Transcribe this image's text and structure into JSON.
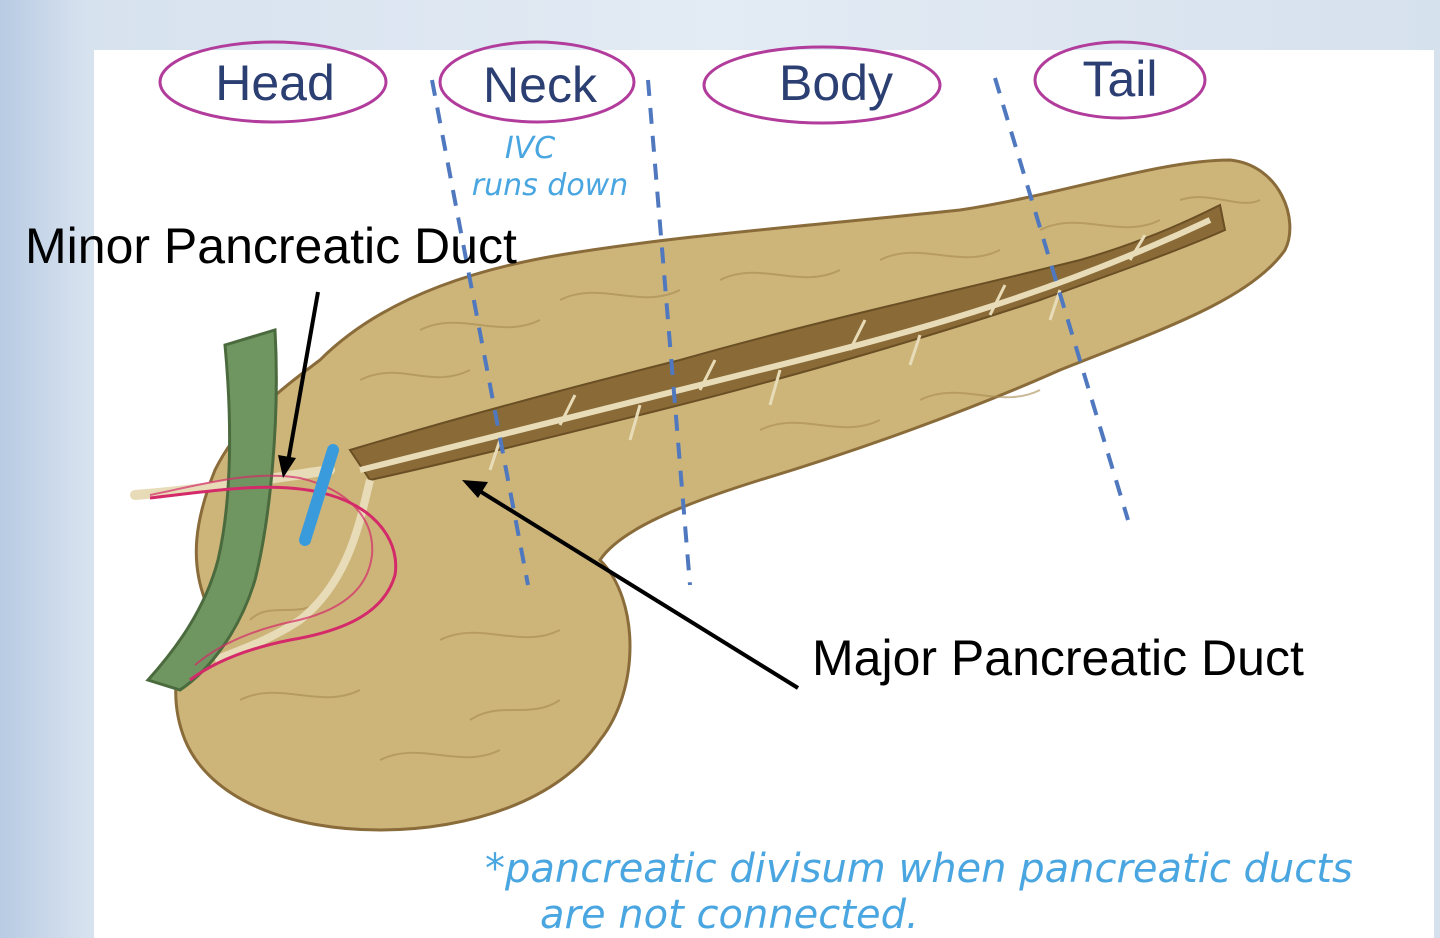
{
  "regions": {
    "head": "Head",
    "neck": "Neck",
    "body": "Body",
    "tail": "Tail"
  },
  "labels": {
    "minor_duct": "Minor Pancreatic Duct",
    "major_duct": "Major Pancreatic Duct"
  },
  "handwritten": {
    "ivc_line1": "IVC",
    "ivc_line2": "runs down",
    "note_line1": "*pancreatic divisum when pancreatic ducts",
    "note_line2": "are not connected."
  },
  "colors": {
    "pancreas": "#cdb57a",
    "duodenum_outline": "#d42a6a",
    "vein": "#6f9660",
    "dashed_lines": "#4f78bf",
    "circles": "#b13c9c",
    "handwriting": "#4aa6e0"
  }
}
